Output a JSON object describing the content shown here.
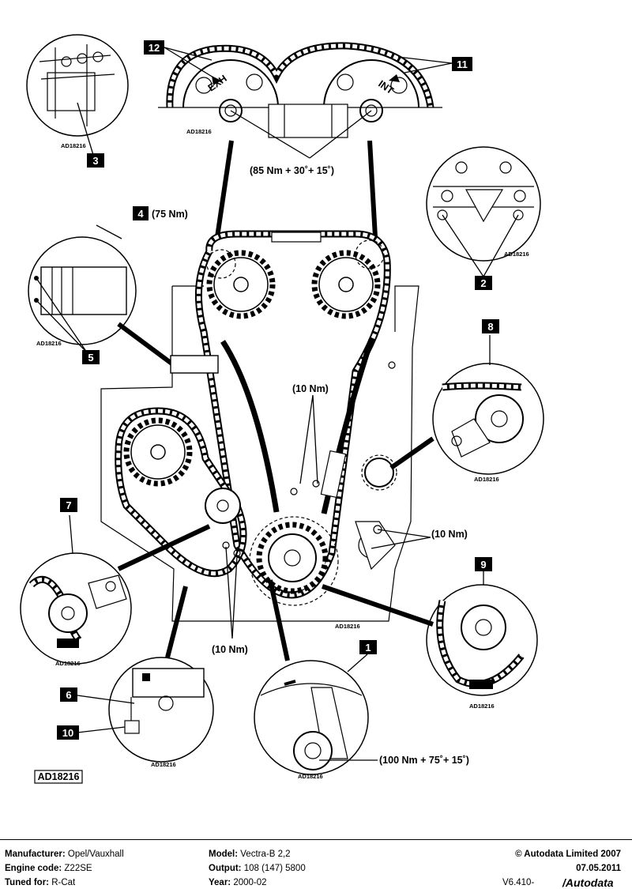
{
  "callouts": {
    "c1": "1",
    "c2": "2",
    "c3": "3",
    "c4": "4",
    "c5": "5",
    "c6": "6",
    "c7": "7",
    "c8": "8",
    "c9": "9",
    "c10": "10",
    "c11": "11",
    "c12": "12"
  },
  "labels": {
    "cam_torque": "(85 Nm + 30˚+ 15˚)",
    "tensioner_torque": "(75 Nm)",
    "guide_torque_upper": "(10 Nm)",
    "guide_torque_right": "(10 Nm)",
    "guide_torque_lower": "(10 Nm)",
    "crank_torque": "(100 Nm + 75˚+ 15˚)",
    "exh": "EXH",
    "int": "INT",
    "ref_code": "AD18216"
  },
  "footer": {
    "manufacturer_label": "Manufacturer:",
    "manufacturer_value": "Opel/Vauxhall",
    "engine_label": "Engine code:",
    "engine_value": "Z22SE",
    "tuned_label": "Tuned for:",
    "tuned_value": "R-Cat",
    "model_label": "Model:",
    "model_value": "Vectra-B  2,2",
    "output_label": "Output:",
    "output_value": "108 (147) 5800",
    "year_label": "Year:",
    "year_value": "2000-02",
    "copyright": "© Autodata Limited 2007",
    "date": "07.05.2011",
    "version": "V6.410-",
    "brand": "Autodata"
  }
}
